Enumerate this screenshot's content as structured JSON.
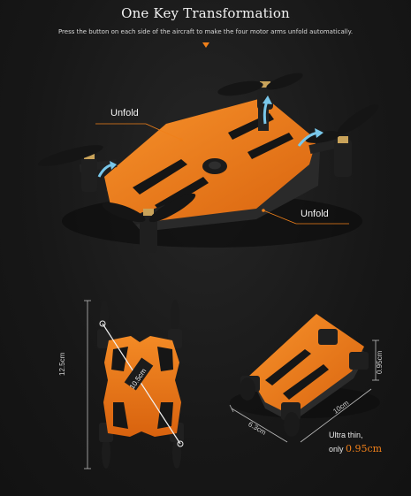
{
  "header": {
    "title": "One Key Transformation",
    "subtitle": "Press the button on each side of the aircraft to make the four motor arms unfold automatically."
  },
  "callouts": {
    "unfold_top": "Unfold",
    "unfold_bottom": "Unfold"
  },
  "dimensions": {
    "height": "12.5cm",
    "diagonal": "10.5cm",
    "length": "10cm",
    "width": "6.3cm",
    "thickness": "0.95cm"
  },
  "ultra_thin": {
    "line1": "Ultra thin,",
    "line2_prefix": "only ",
    "line2_value": "0.95cm"
  },
  "colors": {
    "accent": "#f0801a",
    "body_orange": "#e8761c",
    "background": "#1a1a1a"
  }
}
